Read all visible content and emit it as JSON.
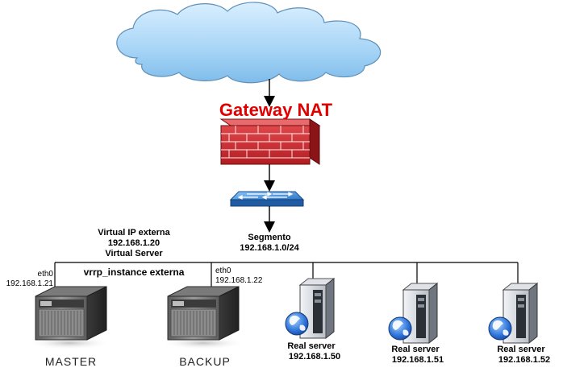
{
  "gateway": {
    "title": "Gateway NAT"
  },
  "segment": {
    "name": "Segmento",
    "network": "192.168.1.0/24"
  },
  "virtual_ip": {
    "title": "Virtual IP externa",
    "address": "192.168.1.20",
    "label": "Virtual Server"
  },
  "vrrp": {
    "label": "vrrp_instance externa"
  },
  "master": {
    "iface": "eth0",
    "ip": "192.168.1.21",
    "name": "MASTER"
  },
  "backup": {
    "iface": "eth0",
    "ip": "192.168.1.22",
    "name": "BACKUP"
  },
  "real_servers": [
    {
      "label": "Real server",
      "ip": "192.168.1.50"
    },
    {
      "label": "Real server",
      "ip": "192.168.1.51"
    },
    {
      "label": "Real server",
      "ip": "192.168.1.52"
    }
  ],
  "colors": {
    "gateway_title": "#e00000",
    "brick": "#c8262a",
    "switch": "#2f7fd0",
    "cloud": "#a9d6f5"
  }
}
